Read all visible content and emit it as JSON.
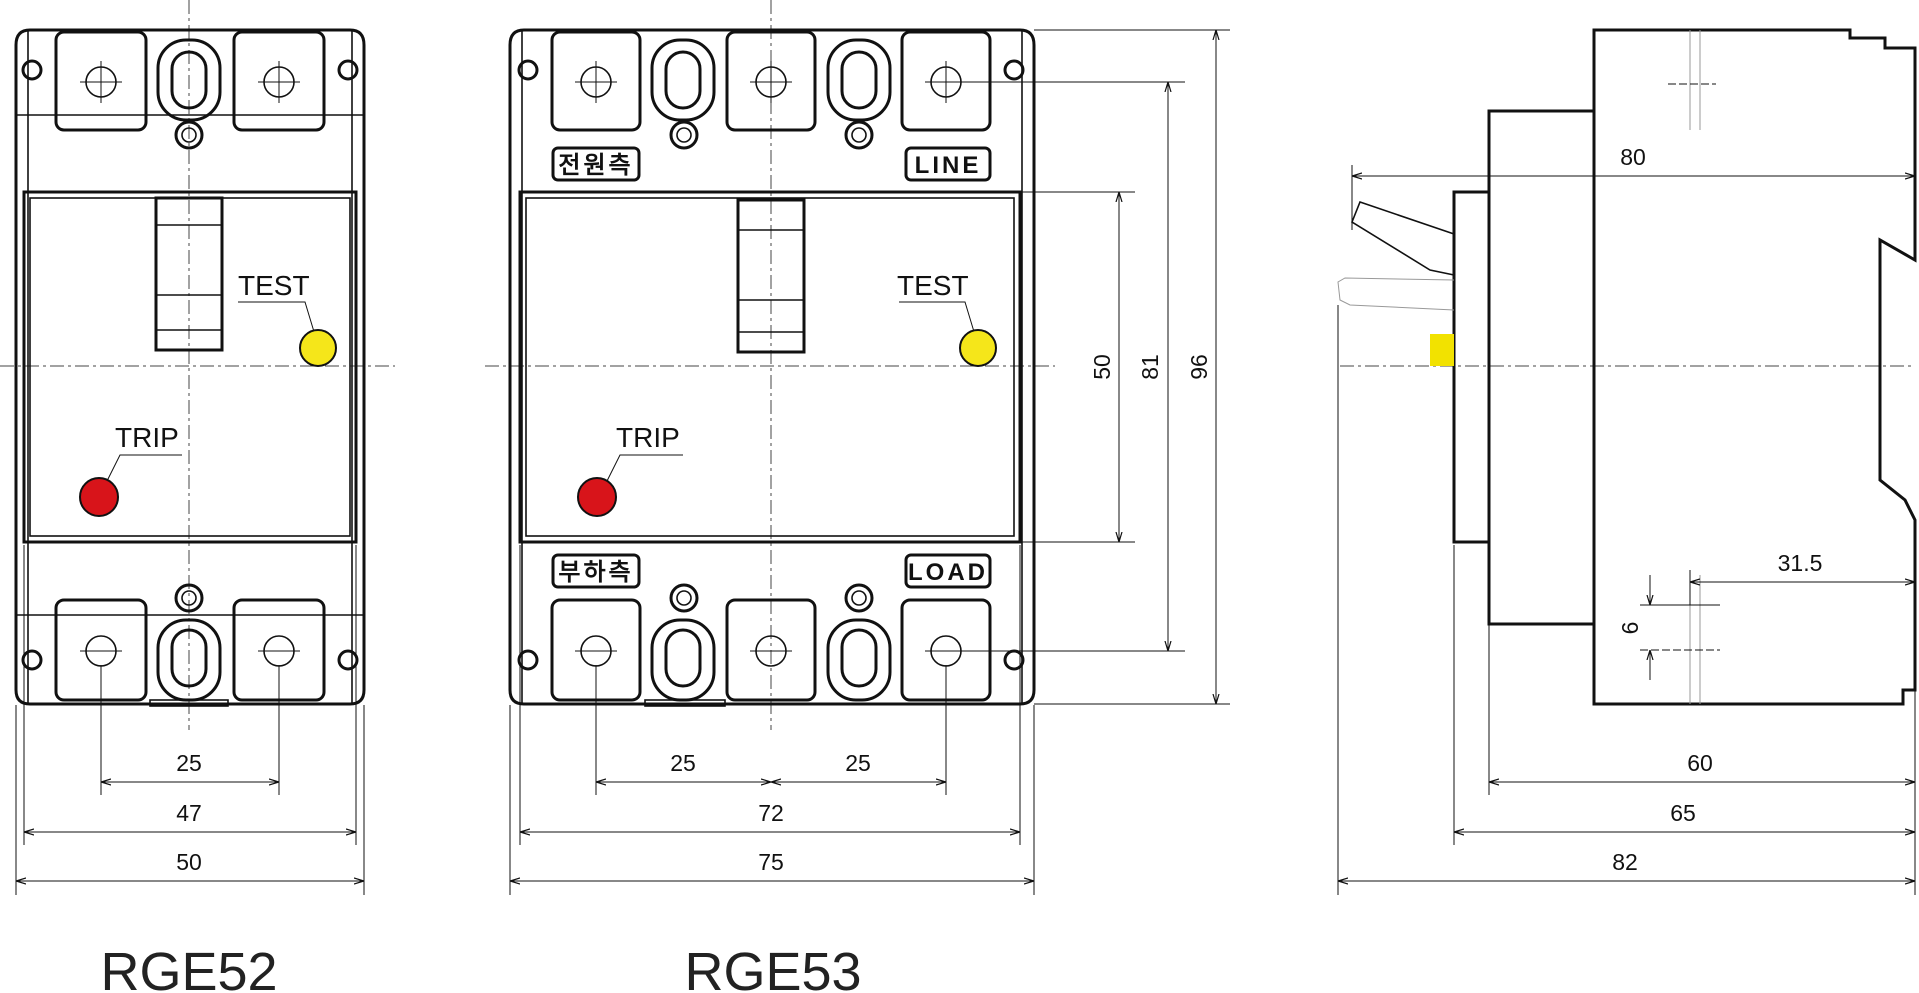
{
  "views": {
    "rge52": {
      "model": "RGE52",
      "test_label": "TEST",
      "trip_label": "TRIP",
      "dims": {
        "pitch": "25",
        "inner_width": "47",
        "outer_width": "50"
      }
    },
    "rge53": {
      "model": "RGE53",
      "test_label": "TEST",
      "trip_label": "TRIP",
      "line_plate": "LINE",
      "load_plate": "LOAD",
      "line_side_korean": "전원측",
      "load_side_korean": "부하측",
      "dims": {
        "pitch_left": "25",
        "pitch_right": "25",
        "inner_width": "72",
        "outer_width": "75",
        "cover_height": "50",
        "terminal_height": "81",
        "overall_height": "96"
      }
    },
    "side": {
      "dims": {
        "handle_depth": "80",
        "rail_offset": "31.5",
        "slot": "6",
        "body_depth": "60",
        "cover_depth": "65",
        "overall_depth": "82"
      }
    }
  },
  "colors": {
    "test_button": "#f5e61a",
    "trip_button": "#d8141a",
    "side_indicator": "#f2e200",
    "line": "#111111"
  }
}
